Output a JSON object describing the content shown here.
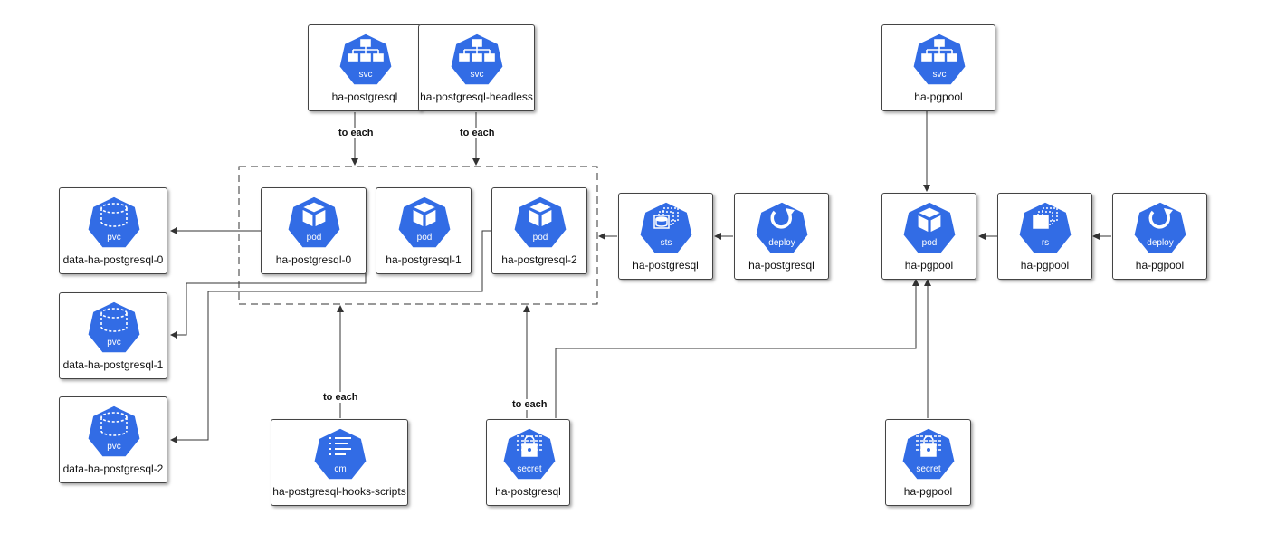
{
  "colors": {
    "icon_fill": "#326ce5",
    "line": "#333333",
    "border": "#444444"
  },
  "nodes": [
    {
      "id": "svc-ha-postgresql",
      "kind": "svc",
      "icon": "service-icon",
      "label": "ha-postgresql"
    },
    {
      "id": "svc-ha-postgresql-headless",
      "kind": "svc",
      "icon": "service-icon",
      "label": "ha-postgresql-headless"
    },
    {
      "id": "svc-ha-pgpool",
      "kind": "svc",
      "icon": "service-icon",
      "label": "ha-pgpool"
    },
    {
      "id": "pvc-0",
      "kind": "pvc",
      "icon": "volume-claim-icon",
      "label": "data-ha-postgresql-0"
    },
    {
      "id": "pvc-1",
      "kind": "pvc",
      "icon": "volume-claim-icon",
      "label": "data-ha-postgresql-1"
    },
    {
      "id": "pvc-2",
      "kind": "pvc",
      "icon": "volume-claim-icon",
      "label": "data-ha-postgresql-2"
    },
    {
      "id": "pod-0",
      "kind": "pod",
      "icon": "pod-icon",
      "label": "ha-postgresql-0"
    },
    {
      "id": "pod-1",
      "kind": "pod",
      "icon": "pod-icon",
      "label": "ha-postgresql-1"
    },
    {
      "id": "pod-2",
      "kind": "pod",
      "icon": "pod-icon",
      "label": "ha-postgresql-2"
    },
    {
      "id": "sts-ha-postgresql",
      "kind": "sts",
      "icon": "statefulset-icon",
      "label": "ha-postgresql"
    },
    {
      "id": "deploy-ha-postgresql",
      "kind": "deploy",
      "icon": "deployment-icon",
      "label": "ha-postgresql"
    },
    {
      "id": "pod-ha-pgpool",
      "kind": "pod",
      "icon": "pod-icon",
      "label": "ha-pgpool"
    },
    {
      "id": "rs-ha-pgpool",
      "kind": "rs",
      "icon": "replicaset-icon",
      "label": "ha-pgpool"
    },
    {
      "id": "deploy-ha-pgpool",
      "kind": "deploy",
      "icon": "deployment-icon",
      "label": "ha-pgpool"
    },
    {
      "id": "cm-hooks",
      "kind": "cm",
      "icon": "configmap-icon",
      "label": "ha-postgresql-hooks-scripts"
    },
    {
      "id": "secret-ha-postgresql",
      "kind": "secret",
      "icon": "secret-icon",
      "label": "ha-postgresql"
    },
    {
      "id": "secret-ha-pgpool",
      "kind": "secret",
      "icon": "secret-icon",
      "label": "ha-pgpool"
    }
  ],
  "edge_labels": [
    "to each",
    "to each",
    "to each",
    "to each"
  ]
}
